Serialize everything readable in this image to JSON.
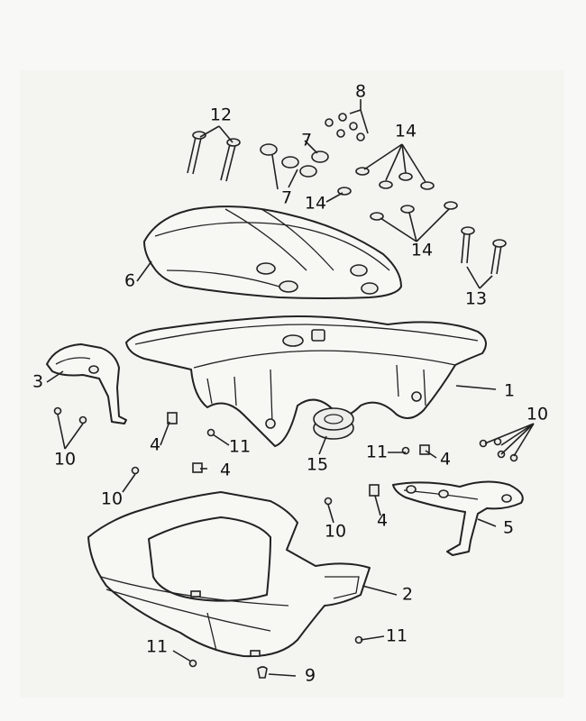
{
  "diagram": {
    "callouts": {
      "c1": "1",
      "c2": "2",
      "c3": "3",
      "c4a": "4",
      "c4b": "4",
      "c4c": "4",
      "c4d": "4",
      "c5": "5",
      "c6": "6",
      "c7a": "7",
      "c7b": "7",
      "c8": "8",
      "c9": "9",
      "c10a": "10",
      "c10b": "10",
      "c10c": "10",
      "c10d": "10",
      "c11a": "11",
      "c11b": "11",
      "c11c": "11",
      "c11d": "11",
      "c12": "12",
      "c13": "13",
      "c14a": "14",
      "c14b": "14",
      "c14c": "14",
      "c15": "15"
    }
  }
}
